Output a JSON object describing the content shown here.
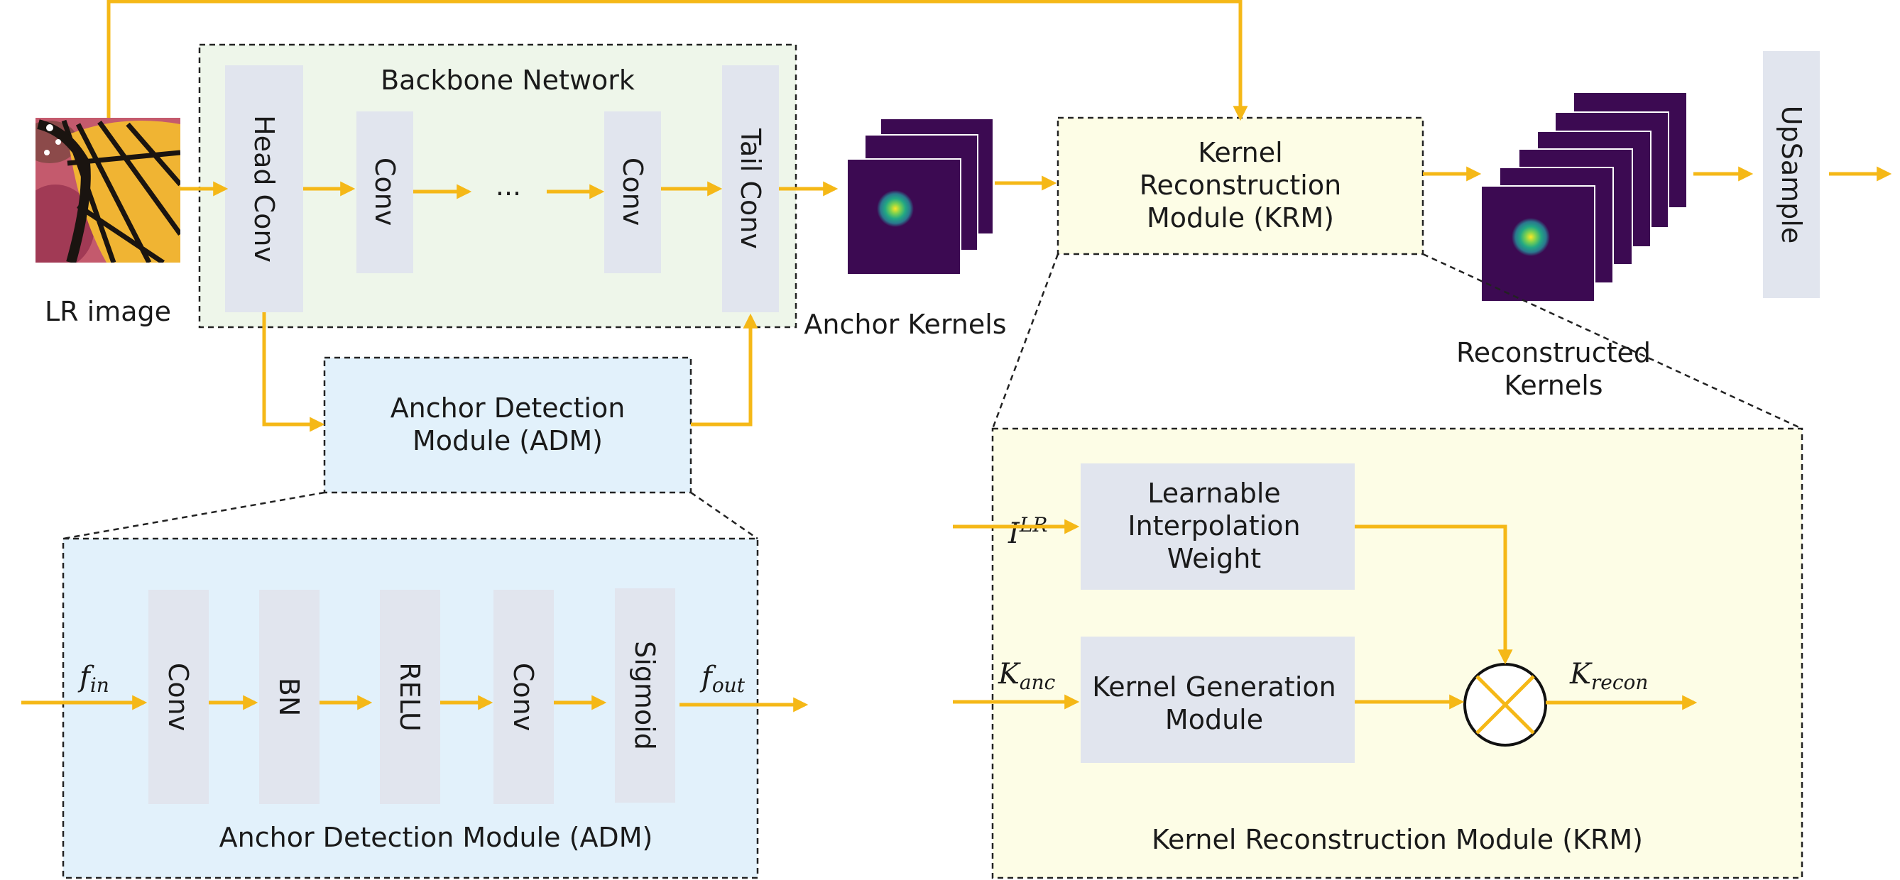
{
  "colors": {
    "arrow": "#f5b817",
    "backbone_fill": "#eef6ea",
    "adm_fill": "#e2f1fb",
    "krm_fill": "#fdfde6",
    "block_fill": "#e1e5ee",
    "kernel_bg": "#3c0a52"
  },
  "icons": [
    "butterfly-image",
    "kernel-map-icon",
    "multiply-icon"
  ],
  "lr_image_label": "LR image",
  "backbone": {
    "title": "Backbone Network",
    "head_conv": "Head Conv",
    "conv1": "Conv",
    "ellipsis": "...",
    "conv2": "Conv",
    "tail_conv": "Tail Conv"
  },
  "anchor_kernels_label": "Anchor Kernels",
  "krm_box": {
    "line1": "Kernel",
    "line2": "Reconstruction",
    "line3": "Module (KRM)"
  },
  "reconstructed_kernels": {
    "line1": "Reconstructed",
    "line2": "Kernels"
  },
  "upsample": "UpSample",
  "adm_box": {
    "line1": "Anchor Detection",
    "line2": "Module (ADM)"
  },
  "adm_detail": {
    "title": "Anchor Detection Module (ADM)",
    "input": {
      "base": "f",
      "sub": "in"
    },
    "output": {
      "base": "f",
      "sub": "out"
    },
    "blocks": [
      "Conv",
      "BN",
      "RELU",
      "Conv",
      "Sigmoid"
    ]
  },
  "krm_detail": {
    "title": "Kernel Reconstruction Module (KRM)",
    "input1": {
      "base": "I",
      "sup": "LR"
    },
    "input2": {
      "base": "K",
      "sub": "anc"
    },
    "output": {
      "base": "K",
      "sub": "recon"
    },
    "interp_block": {
      "line1": "Learnable",
      "line2": "Interpolation",
      "line3": "Weight"
    },
    "gen_block": {
      "line1": "Kernel Generation",
      "line2": "Module"
    }
  }
}
